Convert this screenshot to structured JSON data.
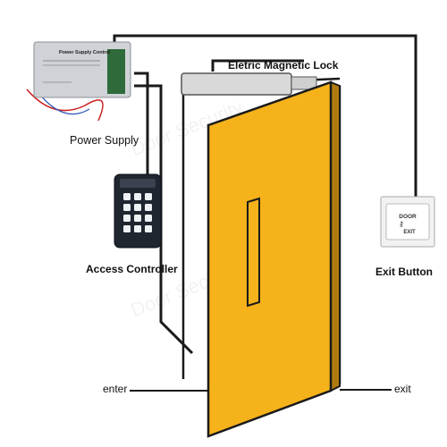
{
  "diagram": {
    "lock_label": "Eletric Magnetic Lock",
    "power_supply_label": "Power Supply",
    "access_controller_label": "Access Controller",
    "exit_button_label": "Exit Button",
    "enter_label": "enter",
    "exit_label": "exit",
    "power_supply_device": {
      "header": "Power Supply Control"
    },
    "exit_button_device": {
      "top_text": "DOOR",
      "bottom_text": "EXIT"
    },
    "watermark": "Door Security"
  },
  "colors": {
    "door_fill": "#F5B21A",
    "door_edge": "#1a1a1a",
    "wire": "#1a1a1a",
    "lock_body": "#d9d9d9",
    "controller_body": "#1f2630",
    "keypad_key": "#eef2f5",
    "exit_plate": "#f2f2f2",
    "exit_button_face": "#5a6e8a"
  }
}
